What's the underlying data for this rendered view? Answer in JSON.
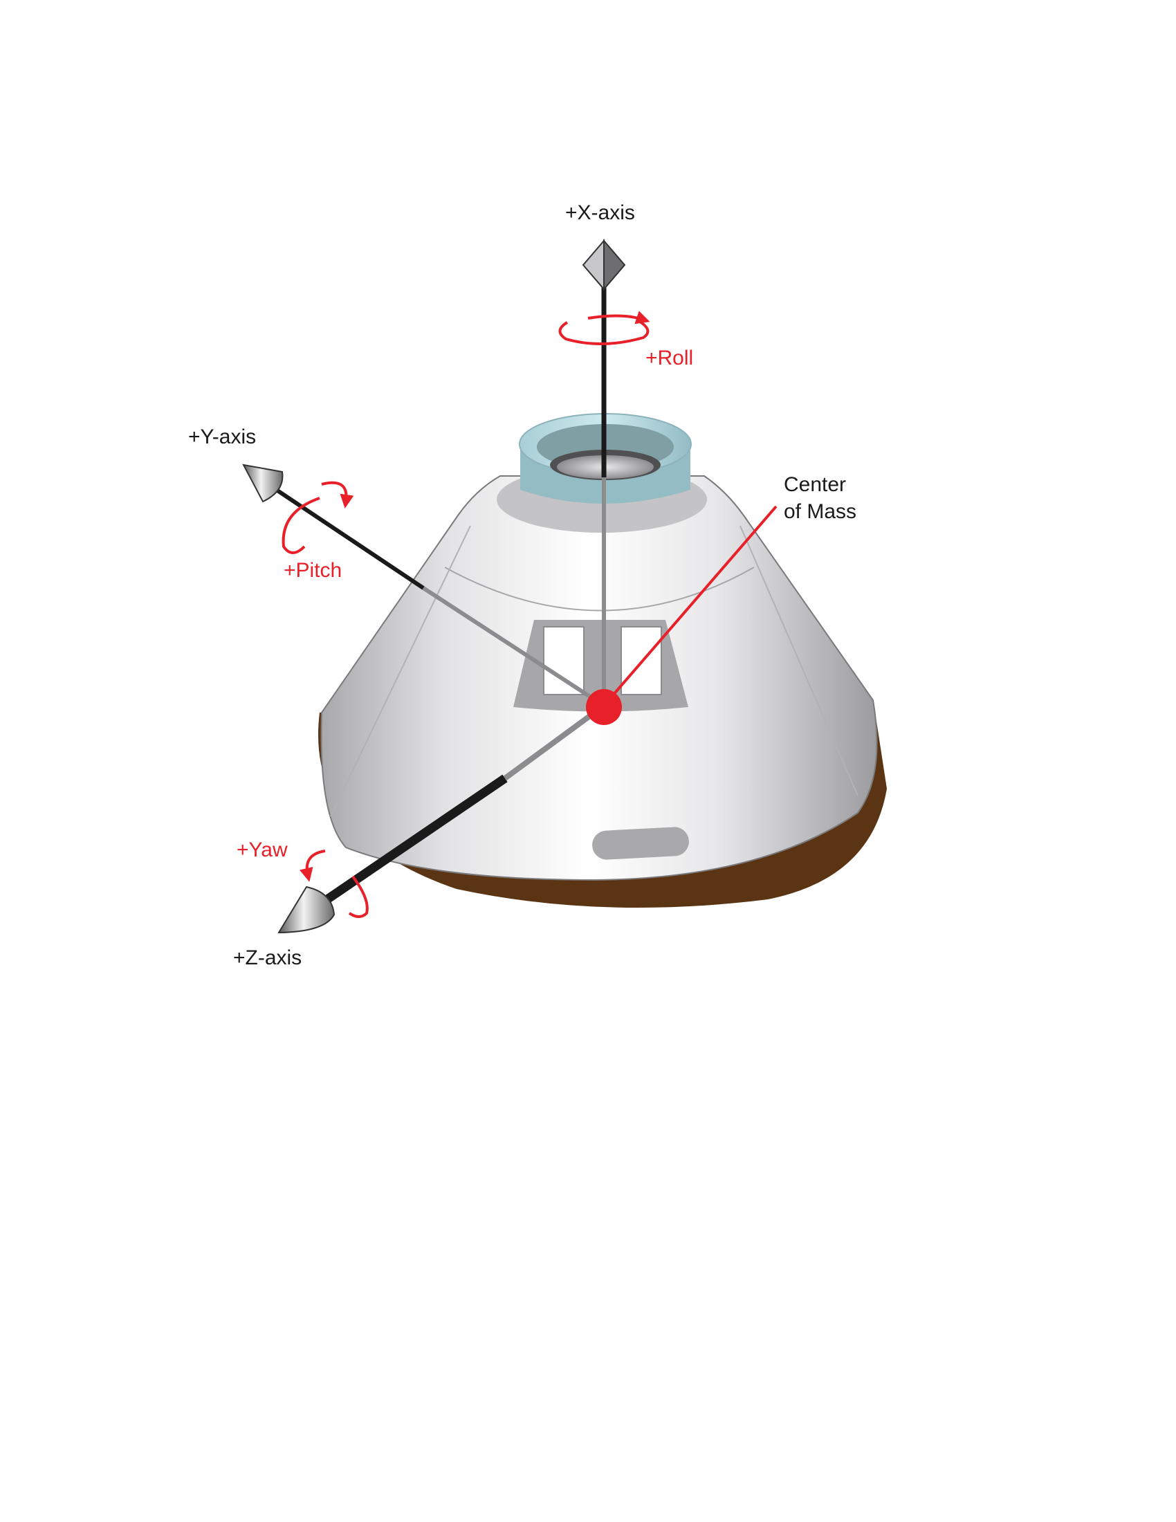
{
  "labels": {
    "x_axis": "+X-axis",
    "y_axis": "+Y-axis",
    "z_axis": "+Z-axis",
    "roll": "+Roll",
    "pitch": "+Pitch",
    "yaw": "+Yaw",
    "center_line1": "Center",
    "center_line2": "of Mass"
  },
  "colors": {
    "rotation_red": "#e8202a",
    "axis_black": "#1a1a1a",
    "heat_shield_brown": "#5b3413",
    "docking_ring_teal": "#b7dde3"
  }
}
